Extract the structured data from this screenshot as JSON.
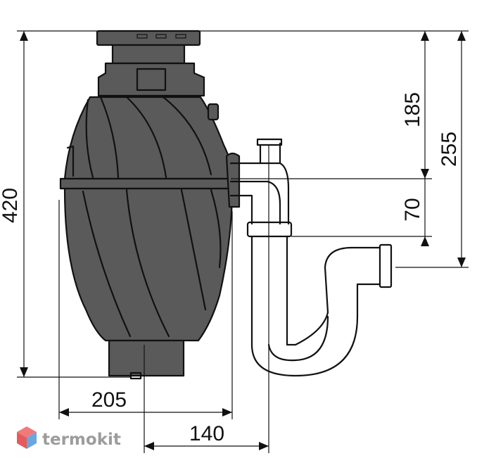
{
  "dimensions": {
    "total_height": "420",
    "width_body": "205",
    "drain_offset": "140",
    "inlet_to_outlet": "185",
    "outlet_to_trap": "70",
    "inlet_to_trap_outlet": "255"
  },
  "watermark": {
    "text": "termokit"
  },
  "colors": {
    "line": "#111111",
    "body": "#5a5a5a",
    "watermark": "#9c9c9c",
    "logo_top": "#f07a7a",
    "logo_side": "#6aa6e0"
  }
}
